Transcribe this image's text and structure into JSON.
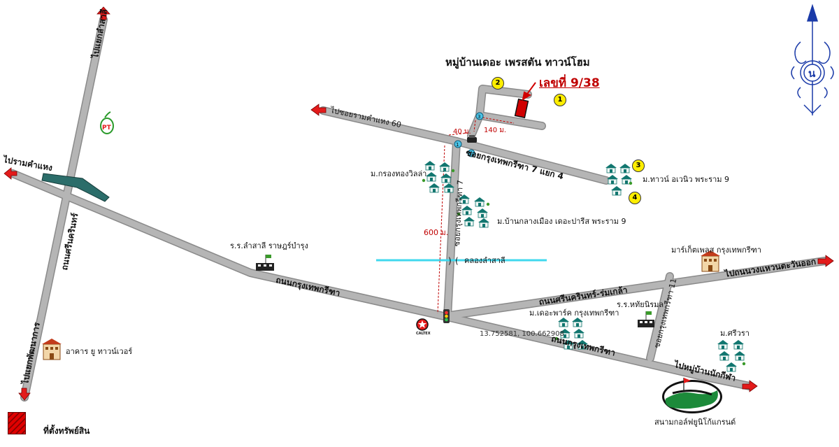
{
  "map": {
    "title": "หมู่บ้านเดอะ เพรสตัน ทาวน์โฮม",
    "plot_number": "เลขที่ 9/38",
    "coordinates": "13.752581, 100.662908",
    "north_symbol": "น",
    "legend_label": "ที่ตั้งทรัพย์สิน",
    "distances": {
      "d40": "40 ม.",
      "d140": "140 ม.",
      "d600": "600 ม."
    },
    "badges": [
      "1",
      "2",
      "3",
      "4"
    ],
    "roads": {
      "to_lam_sali_junction": "ไปแยกลำสาลี",
      "to_ramkhamhaeng": "ไปรามคำแหง",
      "srinakarin": "ถนนศรีนครินทร์",
      "to_phatthanakan": "ไปแยกพัฒนาการ",
      "to_soi_ramkhamhaeng_60": "ไปซอยรามคำแหง 60",
      "soi_krungthep_kritha_7_yaek_4": "ซอยกรุงเทพกรีฑา 7 แยก 4",
      "soi_krungthep_kritha_7": "ซอยกรุงเทพกรีฑา 7",
      "krungthep_kritha_road_west": "ถนนกรุงเทพกรีฑา",
      "krungthep_kritha_road_east": "ถนนกรุงเทพกรีฑา",
      "srinakarin_romklao": "ถนนศรีนครินทร์-ร่มเกล้า",
      "to_eastern_ring": "ไปถนนวงแหวนตะวันออก",
      "soi_krungthep_kritha_11": "ซอยกรุงเทพกรีฑา 11",
      "to_nakkila_village": "ไปหมู่บ้านนักกีฬา",
      "canal": "คลองลำสาลี"
    },
    "places": {
      "krong_thong_villa": "ม.กรองทองวิลล่า",
      "town_avenue": "ม.ทาวน์ อเวนิว พระราม 9",
      "baan_klang_muang": "ม.บ้านกลางเมือง เดอะปารีส พระราม 9",
      "lam_sali_school": "ร.ร.ลำสาลี ราษฎร์บำรุง",
      "market_place": "มาร์เก็ตเพลส กรุงเทพกรีฑา",
      "the_park": "ม.เดอะพาร์ค กรุงเทพกรีฑา",
      "haruthai_school": "ร.ร.หทัยนิรมล",
      "sriwara": "ม.ศรีวรา",
      "u_tower": "อาคาร ยู ทาวน์เวอร์",
      "golf_course": "สนามกอล์ฟยูนิโก้แกรนด์",
      "caltex": "CALTEX",
      "pt": "PT"
    },
    "colors": {
      "road": "#b5b5b5",
      "road_edge": "#7a7a7a",
      "canal": "#40d8ee",
      "arrow": "#e31b1b",
      "plot": "#d00000",
      "distance": "#c00000",
      "bridge": "#2b6d6a",
      "house_roof": "#11766f",
      "north": "#1a3aa8"
    }
  }
}
